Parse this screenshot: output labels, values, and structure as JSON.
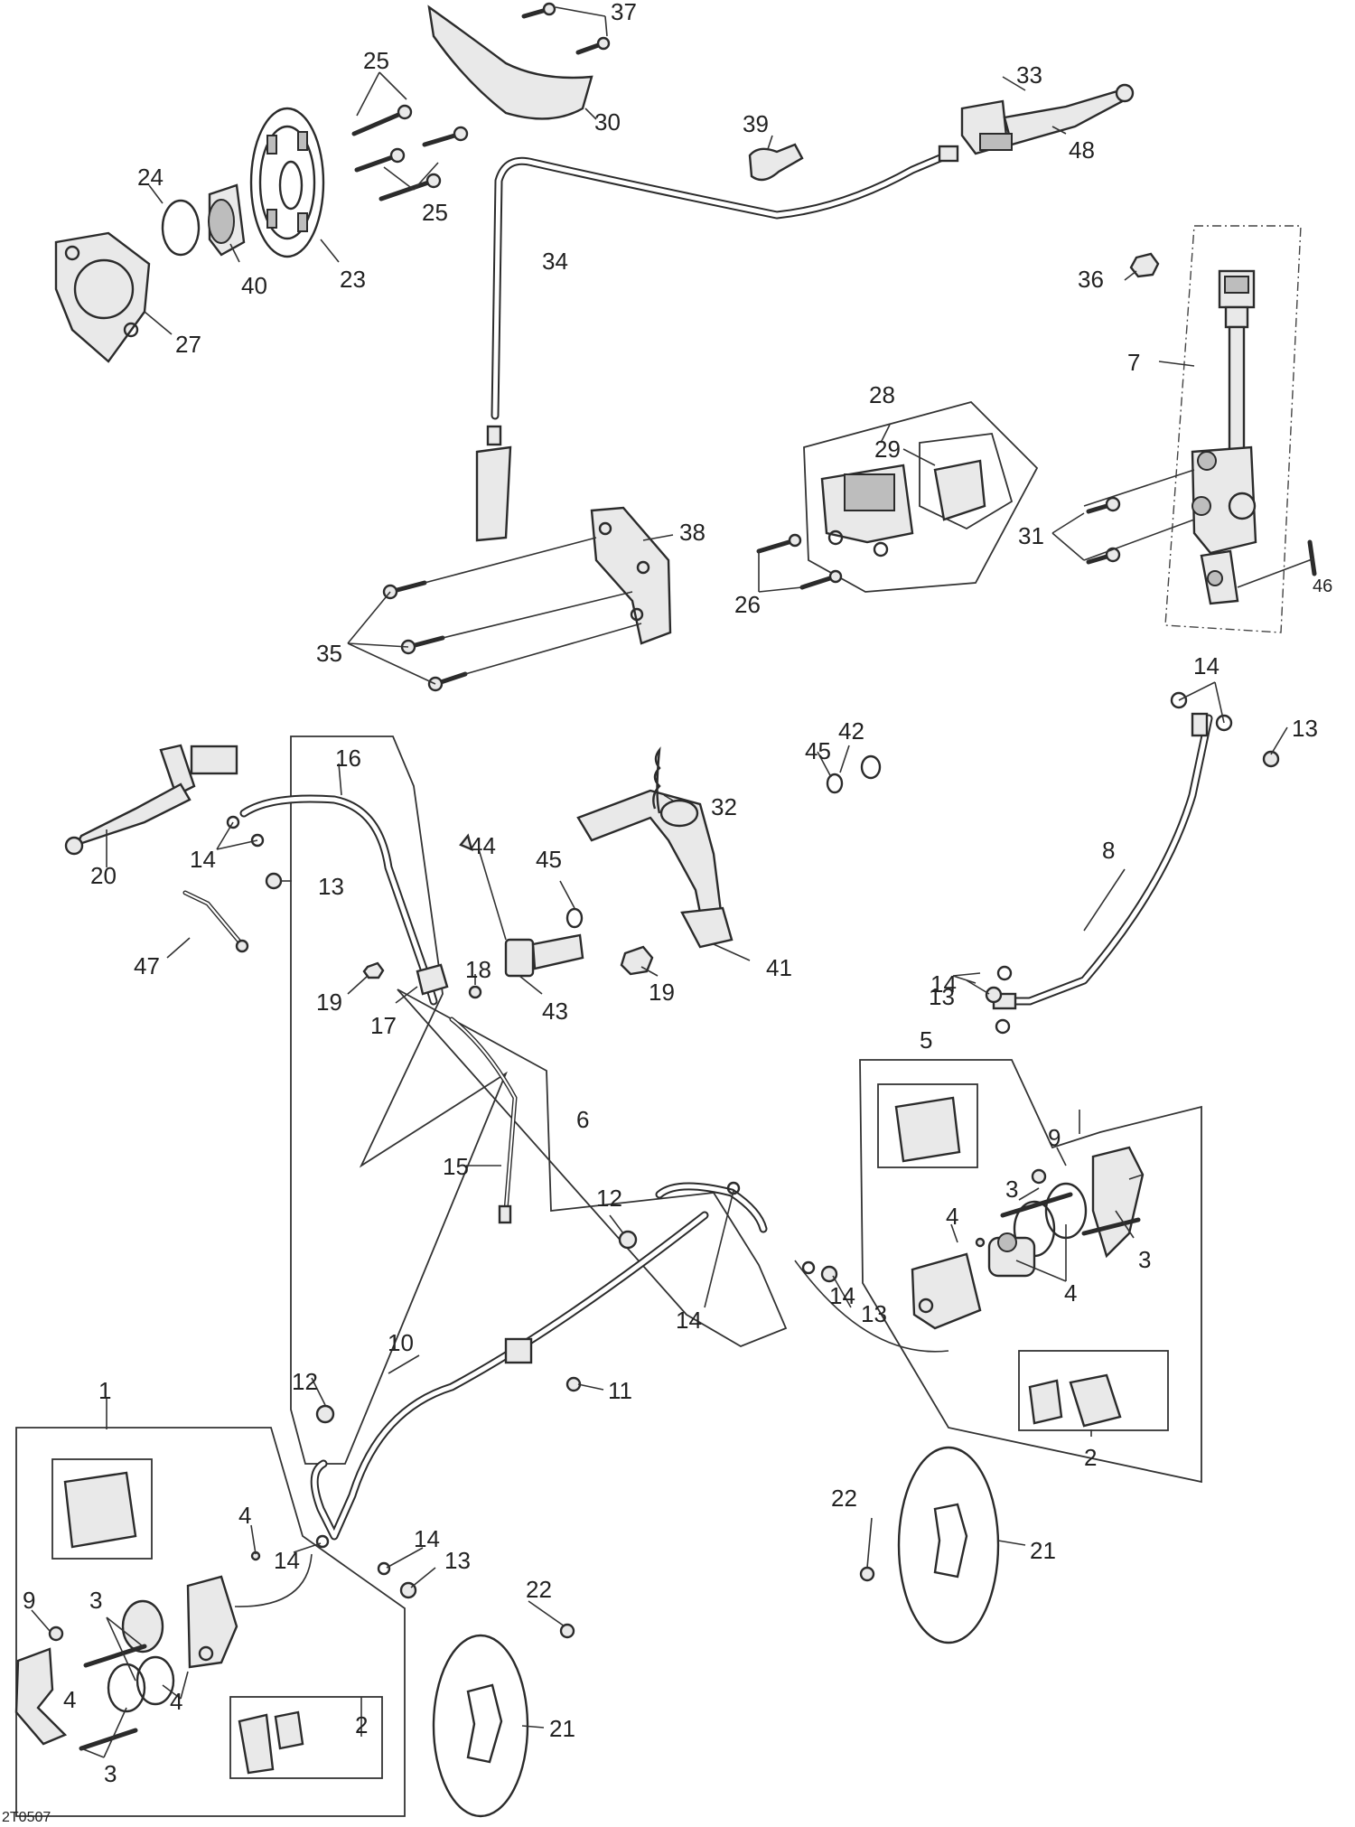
{
  "diagram_code": "2T0507",
  "callouts": [
    {
      "id": "c37",
      "text": "37",
      "cls": "lbl"
    },
    {
      "id": "c25a",
      "text": "25",
      "cls": "lbl"
    },
    {
      "id": "c25b",
      "text": "25",
      "cls": "lbl"
    },
    {
      "id": "c30",
      "text": "30",
      "cls": "lbl"
    },
    {
      "id": "c33",
      "text": "33",
      "cls": "lbl"
    },
    {
      "id": "c48",
      "text": "48",
      "cls": "lbl"
    },
    {
      "id": "c39",
      "text": "39",
      "cls": "lbl"
    },
    {
      "id": "c24",
      "text": "24",
      "cls": "lbl"
    },
    {
      "id": "c40",
      "text": "40",
      "cls": "lbl"
    },
    {
      "id": "c23",
      "text": "23",
      "cls": "lbl"
    },
    {
      "id": "c27",
      "text": "27",
      "cls": "lbl"
    },
    {
      "id": "c34",
      "text": "34",
      "cls": "lbl"
    },
    {
      "id": "c36",
      "text": "36",
      "cls": "lbl"
    },
    {
      "id": "c7",
      "text": "7",
      "cls": "lbl"
    },
    {
      "id": "c28",
      "text": "28",
      "cls": "lbl"
    },
    {
      "id": "c29",
      "text": "29",
      "cls": "lbl"
    },
    {
      "id": "c31",
      "text": "31",
      "cls": "lbl"
    },
    {
      "id": "c46",
      "text": "46",
      "cls": "lbl-sm"
    },
    {
      "id": "c26",
      "text": "26",
      "cls": "lbl"
    },
    {
      "id": "c38",
      "text": "38",
      "cls": "lbl"
    },
    {
      "id": "c35",
      "text": "35",
      "cls": "lbl"
    },
    {
      "id": "c14a",
      "text": "14",
      "cls": "lbl"
    },
    {
      "id": "c13a",
      "text": "13",
      "cls": "lbl"
    },
    {
      "id": "c42",
      "text": "42",
      "cls": "lbl"
    },
    {
      "id": "c45a",
      "text": "45",
      "cls": "lbl"
    },
    {
      "id": "c32",
      "text": "32",
      "cls": "lbl"
    },
    {
      "id": "c16",
      "text": "16",
      "cls": "lbl"
    },
    {
      "id": "c20",
      "text": "20",
      "cls": "lbl"
    },
    {
      "id": "c14b",
      "text": "14",
      "cls": "lbl"
    },
    {
      "id": "c13b",
      "text": "13",
      "cls": "lbl"
    },
    {
      "id": "c44",
      "text": "44",
      "cls": "lbl"
    },
    {
      "id": "c45b",
      "text": "45",
      "cls": "lbl"
    },
    {
      "id": "c8",
      "text": "8",
      "cls": "lbl"
    },
    {
      "id": "c47",
      "text": "47",
      "cls": "lbl"
    },
    {
      "id": "c18",
      "text": "18",
      "cls": "lbl"
    },
    {
      "id": "c19a",
      "text": "19",
      "cls": "lbl"
    },
    {
      "id": "c17",
      "text": "17",
      "cls": "lbl"
    },
    {
      "id": "c43",
      "text": "43",
      "cls": "lbl"
    },
    {
      "id": "c19b",
      "text": "19",
      "cls": "lbl"
    },
    {
      "id": "c41",
      "text": "41",
      "cls": "lbl"
    },
    {
      "id": "c14c",
      "text": "14",
      "cls": "lbl"
    },
    {
      "id": "c13c",
      "text": "13",
      "cls": "lbl"
    },
    {
      "id": "c5",
      "text": "5",
      "cls": "lbl"
    },
    {
      "id": "c6",
      "text": "6",
      "cls": "lbl"
    },
    {
      "id": "c9a",
      "text": "9",
      "cls": "lbl"
    },
    {
      "id": "c15",
      "text": "15",
      "cls": "lbl"
    },
    {
      "id": "c12a",
      "text": "12",
      "cls": "lbl"
    },
    {
      "id": "c3a",
      "text": "3",
      "cls": "lbl"
    },
    {
      "id": "c4a",
      "text": "4",
      "cls": "lbl"
    },
    {
      "id": "c3b",
      "text": "3",
      "cls": "lbl"
    },
    {
      "id": "c4b",
      "text": "4",
      "cls": "lbl"
    },
    {
      "id": "c14d",
      "text": "14",
      "cls": "lbl"
    },
    {
      "id": "c14e",
      "text": "14",
      "cls": "lbl"
    },
    {
      "id": "c13d",
      "text": "13",
      "cls": "lbl"
    },
    {
      "id": "c10",
      "text": "10",
      "cls": "lbl"
    },
    {
      "id": "c12b",
      "text": "12",
      "cls": "lbl"
    },
    {
      "id": "c11",
      "text": "11",
      "cls": "lbl"
    },
    {
      "id": "c1",
      "text": "1",
      "cls": "lbl"
    },
    {
      "id": "c2a",
      "text": "2",
      "cls": "lbl"
    },
    {
      "id": "c22a",
      "text": "22",
      "cls": "lbl"
    },
    {
      "id": "c21a",
      "text": "21",
      "cls": "lbl"
    },
    {
      "id": "c4c",
      "text": "4",
      "cls": "lbl"
    },
    {
      "id": "c14f",
      "text": "14",
      "cls": "lbl"
    },
    {
      "id": "c14g",
      "text": "14",
      "cls": "lbl"
    },
    {
      "id": "c13e",
      "text": "13",
      "cls": "lbl"
    },
    {
      "id": "c9b",
      "text": "9",
      "cls": "lbl"
    },
    {
      "id": "c3c",
      "text": "3",
      "cls": "lbl"
    },
    {
      "id": "c22b",
      "text": "22",
      "cls": "lbl"
    },
    {
      "id": "c4d",
      "text": "4",
      "cls": "lbl"
    },
    {
      "id": "c4e",
      "text": "4",
      "cls": "lbl"
    },
    {
      "id": "c2b",
      "text": "2",
      "cls": "lbl"
    },
    {
      "id": "c21b",
      "text": "21",
      "cls": "lbl"
    },
    {
      "id": "c3d",
      "text": "3",
      "cls": "lbl"
    }
  ]
}
